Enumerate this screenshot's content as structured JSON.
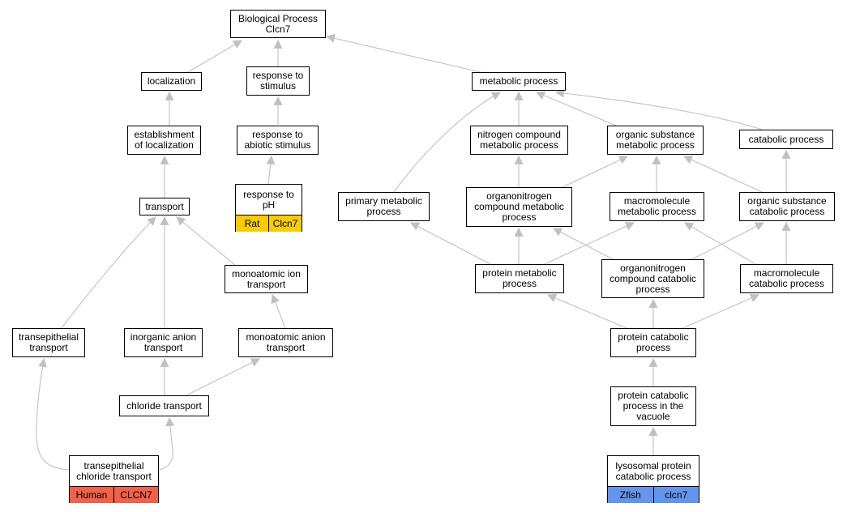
{
  "colors": {
    "edge": "#c0c0c0",
    "human": "#f26149",
    "rat": "#f7cc00",
    "zfish": "#6495ed"
  },
  "nodes": {
    "root": "Biological Process\nClcn7",
    "localization": "localization",
    "response_to_stimulus": "response to\nstimulus",
    "metabolic_process": "metabolic process",
    "establishment_of_localization": "establishment\nof localization",
    "response_to_abiotic_stimulus": "response to\nabiotic stimulus",
    "nitrogen_compound_metabolic": "nitrogen compound\nmetabolic process",
    "organic_substance_metabolic": "organic substance\nmetabolic process",
    "catabolic_process": "catabolic process",
    "transport": "transport",
    "primary_metabolic": "primary metabolic\nprocess",
    "organonitrogen_compound_metabolic": "organonitrogen\ncompound metabolic\nprocess",
    "macromolecule_metabolic": "macromolecule\nmetabolic process",
    "organic_substance_catabolic": "organic substance\ncatabolic process",
    "monoatomic_ion_transport": "monoatomic ion\ntransport",
    "protein_metabolic": "protein metabolic\nprocess",
    "organonitrogen_compound_catabolic": "organonitrogen\ncompound catabolic\nprocess",
    "macromolecule_catabolic": "macromolecule\ncatabolic process",
    "transepithelial_transport": "transepithelial\ntransport",
    "inorganic_anion_transport": "inorganic anion\ntransport",
    "monoatomic_anion_transport": "monoatomic anion\ntransport",
    "protein_catabolic": "protein catabolic\nprocess",
    "chloride_transport": "chloride transport",
    "protein_catabolic_vacuole": "protein catabolic\nprocess in the\nvacuole"
  },
  "annotated": {
    "response_to_ph": {
      "label": "response to\npH",
      "species": "Rat",
      "gene": "Clcn7"
    },
    "transepithelial_chloride_transport": {
      "label": "transepithelial\nchloride transport",
      "species": "Human",
      "gene": "CLCN7"
    },
    "lysosomal_protein_catabolic": {
      "label": "lysosomal protein\ncatabolic process",
      "species": "Zfish",
      "gene": "clcn7"
    }
  }
}
